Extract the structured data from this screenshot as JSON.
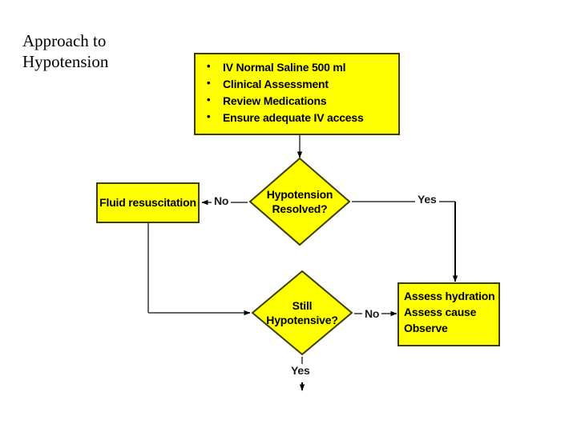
{
  "slide": {
    "title": "Approach to\nHypotension",
    "background_color": "#ffffff"
  },
  "theme": {
    "node_fill": "#ffff00",
    "node_border": "#3d3d00",
    "connector_color": "#666666",
    "arrowhead_color": "#000000",
    "text_color": "#000000"
  },
  "flowchart": {
    "type": "clinical-decision-flowchart",
    "nodes": {
      "initial_management": {
        "shape": "rectangle",
        "items": [
          "IV Normal Saline 500 ml",
          "Clinical Assessment",
          "Review Medications",
          "Ensure adequate IV access"
        ]
      },
      "hypotension_resolved": {
        "shape": "diamond",
        "label": "Hypotension\nResolved?"
      },
      "fluid_resuscitation": {
        "shape": "rectangle",
        "label": "Fluid resuscitation"
      },
      "still_hypotensive": {
        "shape": "diamond",
        "label": "Still\nHypotensive?"
      },
      "assess": {
        "shape": "rectangle",
        "lines": [
          "Assess hydration",
          "Assess cause",
          "Observe"
        ]
      }
    },
    "edges": [
      {
        "from": "initial_management",
        "to": "hypotension_resolved",
        "label": ""
      },
      {
        "from": "hypotension_resolved",
        "to": "fluid_resuscitation",
        "label": "No"
      },
      {
        "from": "hypotension_resolved",
        "to": "assess",
        "label": "Yes"
      },
      {
        "from": "fluid_resuscitation",
        "to": "still_hypotensive",
        "label": ""
      },
      {
        "from": "still_hypotensive",
        "to": "assess",
        "label": "No"
      },
      {
        "from": "still_hypotensive",
        "to": "",
        "label": "Yes"
      }
    ]
  }
}
